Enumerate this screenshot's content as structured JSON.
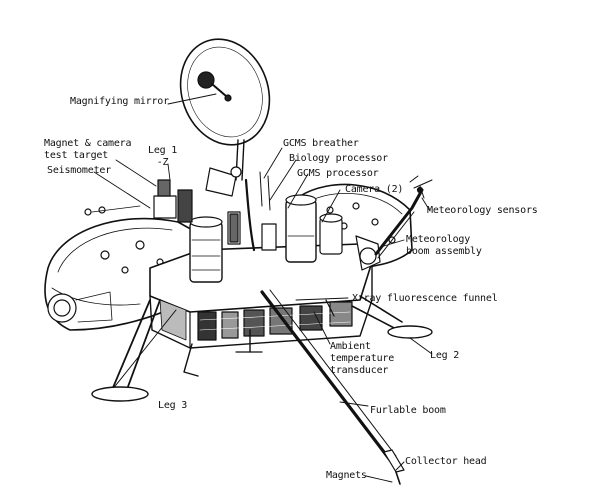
{
  "labels": {
    "magnifying_mirror": "Magnifying mirror",
    "magnet_camera_target": "Magnet & camera\ntest target",
    "leg_1": "Leg 1\n-Z",
    "seismometer": "Seismometer",
    "gcms_breather": "GCMS breather",
    "biology_processor": "Biology processor",
    "gcms_processor": "GCMS processor",
    "camera_2": "Camera (2)",
    "meteorology_sensors": "Meteorology sensors",
    "meteorology_boom_assembly": "Meteorology\nboom assembly",
    "xray_funnel": "X-ray fluorescence funnel",
    "ambient_temperature_transducer": "Ambient\ntemperature\ntransducer",
    "leg_2": "Leg 2",
    "leg_3": "Leg 3",
    "furlable_boom": "Furlable boom",
    "collector_head": "Collector head",
    "magnets": "Magnets"
  }
}
